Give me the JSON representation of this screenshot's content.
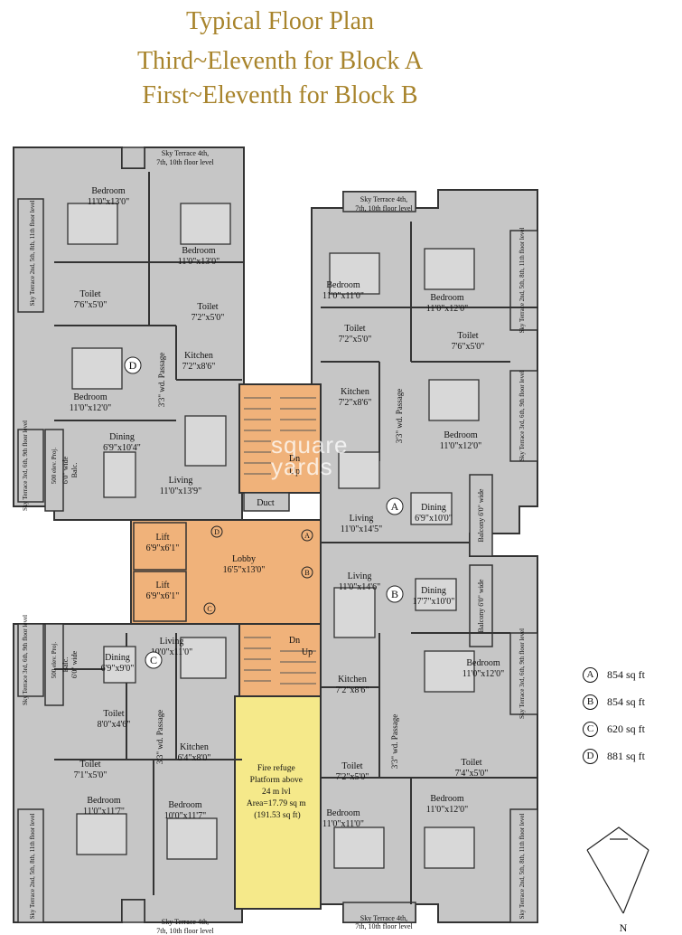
{
  "title": {
    "line1": "Typical Floor Plan",
    "line2": "Third~Eleventh for Block A",
    "line3": "First~Eleventh for Block B"
  },
  "colors": {
    "title": "#a8842c",
    "building": "#c4c4c4",
    "lobby": "#f0b27a",
    "refuge": "#f5e98a",
    "wall": "#333333"
  },
  "watermark": {
    "line1": "square",
    "line2": "yards"
  },
  "labels": {
    "skyterrace_top_left": [
      "Sky Terrace 4th,",
      "7th, 10th floor level"
    ],
    "skyterrace_left_upper": "Sky Terrace 2nd, 5th, 8th, 11th floor level",
    "skyterrace_left_mid": "Sky Terrace 3rd, 6th, 9th floor level",
    "elev_proj_left_top": "500 elev. Proj.",
    "balc_left_top": [
      "6'0\" wide",
      "Balc."
    ],
    "skyterrace_left_lower_mid": "Sky Terrace 3rd, 6th, 9th floor level",
    "elev_proj_left_bottom": "500 elev. Proj.",
    "balc_left_bottom": [
      "Balc.",
      "6'0\" wide"
    ],
    "skyterrace_left_bottom": "Sky Terrace 2nd, 5th, 8th, 11th floor level",
    "skyterrace_bottom_left": [
      "Sky Terrace 4th,",
      "7th, 10th floor level"
    ],
    "skyterrace_top_right": [
      "Sky Terrace 4th,",
      "7th, 10th floor level"
    ],
    "skyterrace_right_upper": "Sky Terrace 2nd, 5th, 8th, 11th floor level",
    "skyterrace_right_mid": "Sky Terrace 3rd, 6th, 9th floor level",
    "balcony_right_a": "Balcony 6'0\" wide",
    "balcony_right_b": "Balcony 6'0\" wide",
    "skyterrace_right_lower_mid": "Sky Terrace 3rd, 6th, 9th floor level",
    "skyterrace_right_bottom": "Sky Terrace 2nd, 5th, 8th, 11th floor level",
    "skyterrace_bottom_right": [
      "Sky Terrace 4th,",
      "7th, 10th floor level"
    ]
  },
  "rooms": {
    "d_bed1": [
      "Bedroom",
      "11'0\"x13'0\""
    ],
    "d_bed2": [
      "Bedroom",
      "11'0\"x13'0\""
    ],
    "d_toilet1": [
      "Toilet",
      "7'6\"x5'0\""
    ],
    "d_toilet2": [
      "Toilet",
      "7'2\"x5'0\""
    ],
    "d_kitchen": [
      "Kitchen",
      "7'2\"x8'6\""
    ],
    "d_bed3": [
      "Bedroom",
      "11'0\"x12'0\""
    ],
    "d_dining": [
      "Dining",
      "6'9\"x10'4\""
    ],
    "d_living": [
      "Living",
      "11'0\"x13'9\""
    ],
    "d_passage": "3'3\" wd. Passage",
    "a_bed1": [
      "Bedroom",
      "11'0\"x11'0\""
    ],
    "a_bed2": [
      "Bedroom",
      "11'0\"x12'0\""
    ],
    "a_toilet1": [
      "Toilet",
      "7'2\"x5'0\""
    ],
    "a_toilet2": [
      "Toilet",
      "7'6\"x5'0\""
    ],
    "a_kitchen": [
      "Kitchen",
      "7'2\"x8'6\""
    ],
    "a_bed3": [
      "Bedroom",
      "11'0\"x12'0\""
    ],
    "a_dining": [
      "Dining",
      "6'9\"x10'0\""
    ],
    "a_living": [
      "Living",
      "11'0\"x14'5\""
    ],
    "a_passage": "3'3\" wd. Passage",
    "lift1": [
      "Lift",
      "6'9\"x6'1\""
    ],
    "lift2": [
      "Lift",
      "6'9\"x6'1\""
    ],
    "lobby": [
      "Lobby",
      "16'5\"x13'0\""
    ],
    "duct": "Duct",
    "dn_top": "Dn",
    "up_top": "Up",
    "dn_bottom": "Dn",
    "up_bottom": "Up",
    "b_living": [
      "Living",
      "11'0\"x14'6\""
    ],
    "b_dining": [
      "Dining",
      "17'7\"x10'0\""
    ],
    "b_kitchen": [
      "Kitchen",
      "7'2\"x8'6\""
    ],
    "b_bed1": [
      "Bedroom",
      "11'0\"x12'0\""
    ],
    "b_toilet1": [
      "Toilet",
      "7'2\"x5'0\""
    ],
    "b_toilet2": [
      "Toilet",
      "7'4\"x5'0\""
    ],
    "b_bed2": [
      "Bedroom",
      "11'0\"x11'0\""
    ],
    "b_bed3": [
      "Bedroom",
      "11'0\"x12'0\""
    ],
    "b_passage": "3'3\" wd. Passage",
    "c_living": [
      "Living",
      "10'0\"x11'0\""
    ],
    "c_dining": [
      "Dining",
      "6'9\"x9'0\""
    ],
    "c_toilet1": [
      "Toilet",
      "8'0\"x4'6\""
    ],
    "c_toilet2": [
      "Toilet",
      "7'1\"x5'0\""
    ],
    "c_kitchen": [
      "Kitchen",
      "6'4\"x8'0\""
    ],
    "c_bed1": [
      "Bedroom",
      "11'0\"x11'7\""
    ],
    "c_bed2": [
      "Bedroom",
      "10'0\"x11'7\""
    ],
    "c_passage": "3'3\" wd. Passage",
    "refuge": [
      "Fire refuge",
      "Platform above",
      "24 m lvl",
      "",
      "Area=17.79 sq m",
      "(191.53 sq ft)"
    ]
  },
  "unit_tags": {
    "a": "A",
    "b": "B",
    "c": "C",
    "d": "D"
  },
  "legend": [
    {
      "tag": "A",
      "text": "854 sq ft"
    },
    {
      "tag": "B",
      "text": "854 sq ft"
    },
    {
      "tag": "C",
      "text": "620 sq ft"
    },
    {
      "tag": "D",
      "text": "881 sq ft"
    }
  ],
  "north": "N"
}
